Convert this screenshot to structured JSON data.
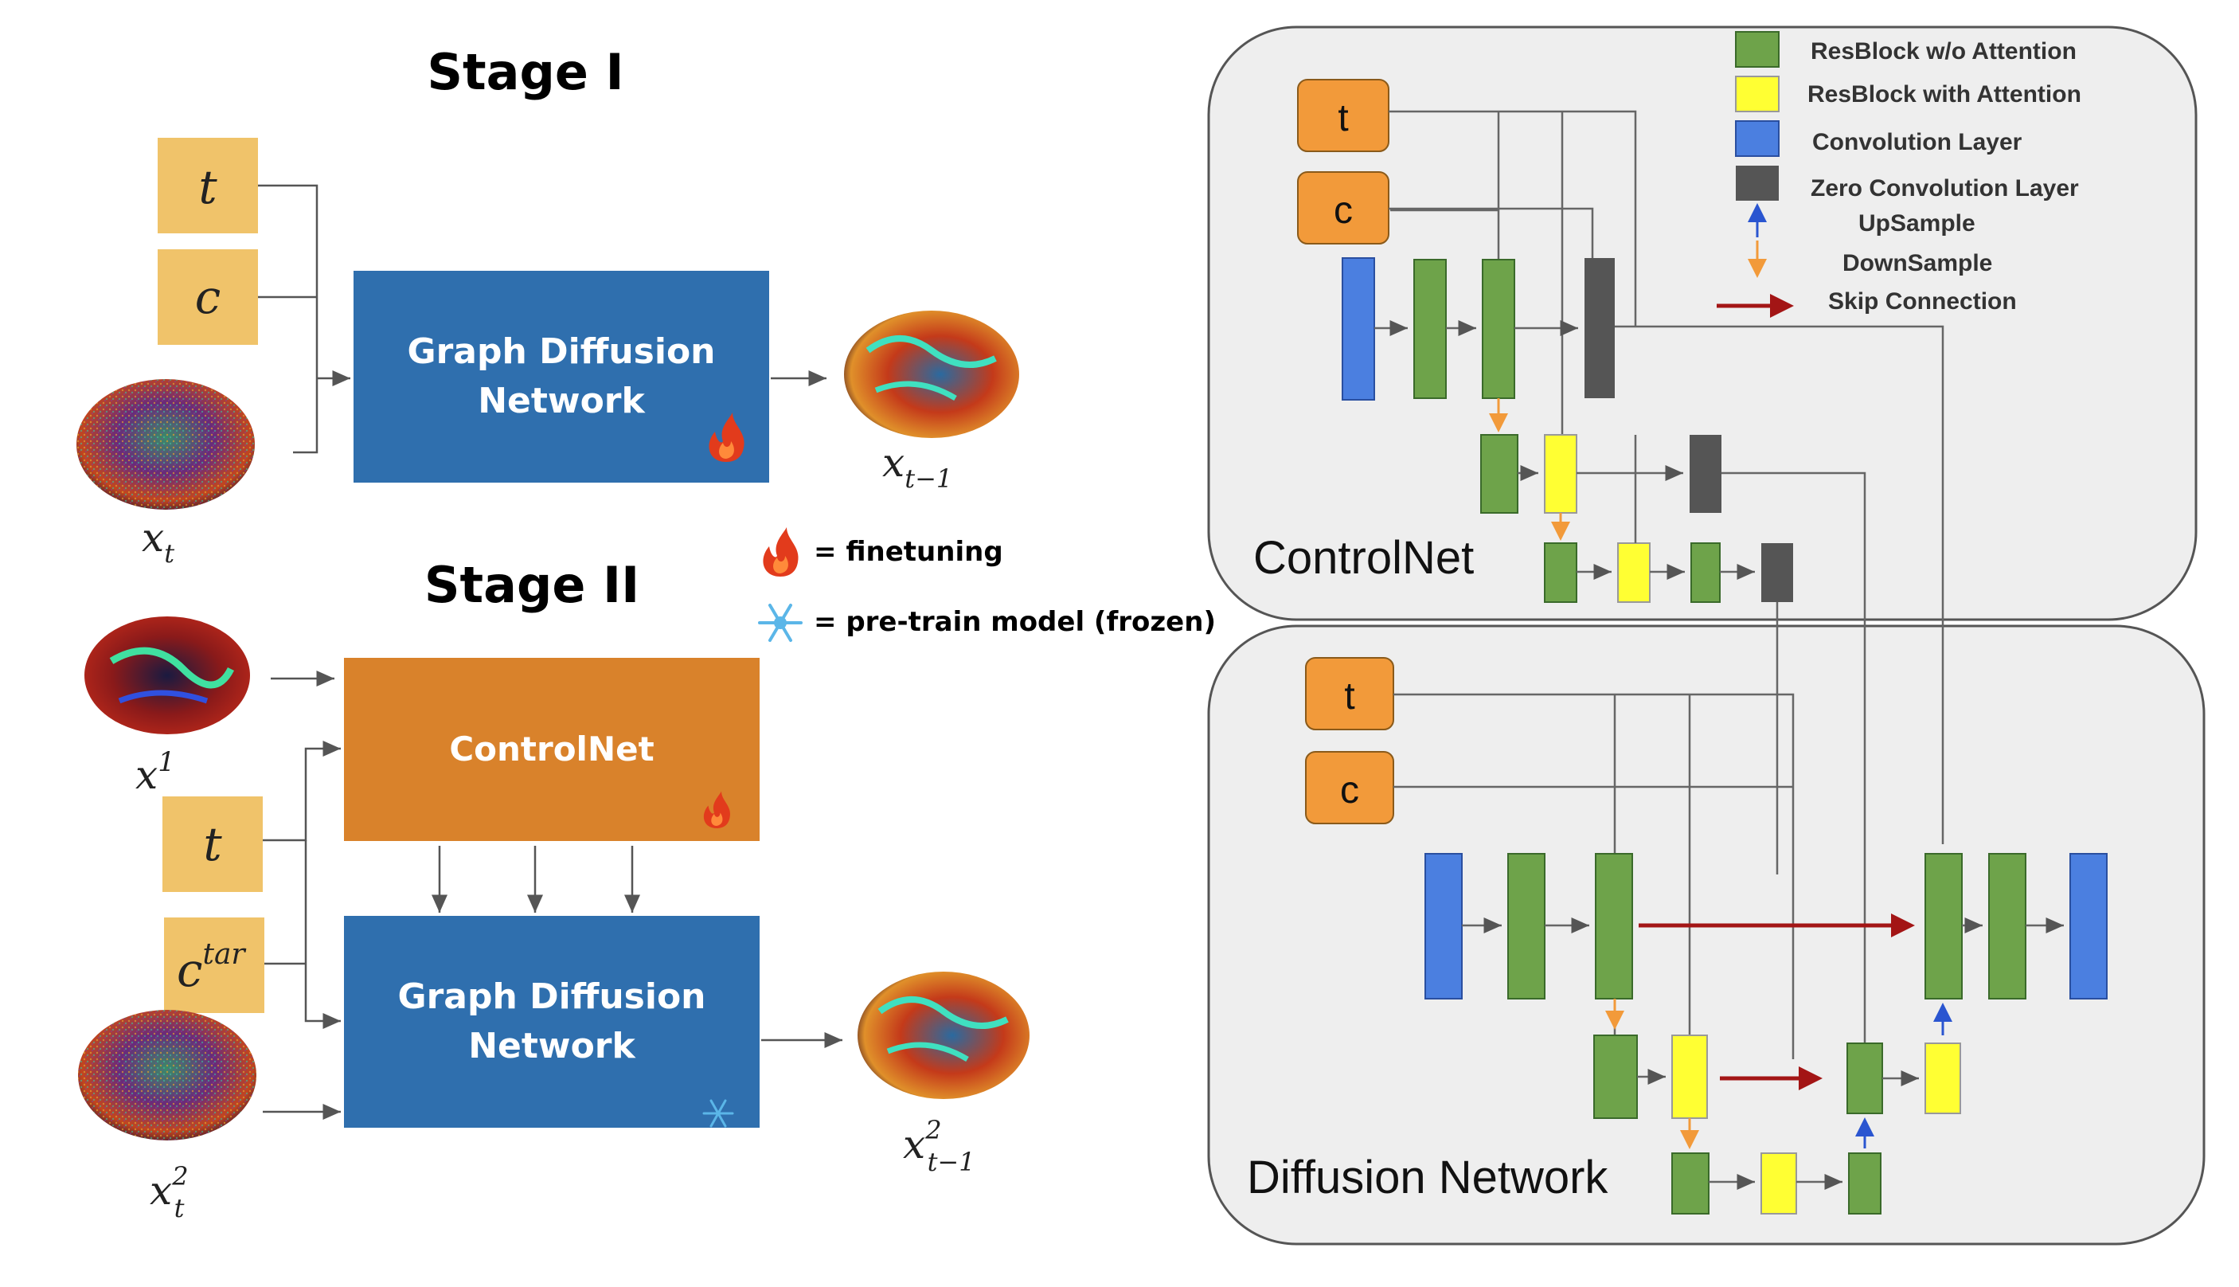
{
  "left": {
    "stage1_title": "Stage I",
    "stage2_title": "Stage II",
    "stage1_inputs": [
      "t",
      "c"
    ],
    "stage1_input_xt": "x",
    "stage1_input_xt_sub": "t",
    "stage1_box": [
      "Graph Diffusion",
      "Network"
    ],
    "stage1_output": "x",
    "stage1_output_sub": "t−1",
    "legend_fire": "= finetuning",
    "legend_snow": "=  pre-train model (frozen)",
    "stage2_input_x1": "x",
    "stage2_input_x1_sup": "1",
    "stage2_input_t": "t",
    "stage2_input_c": "c",
    "stage2_input_c_sup": "tar",
    "stage2_controlnet": "ControlNet",
    "stage2_box": [
      "Graph Diffusion",
      "Network"
    ],
    "stage2_input_x2": "x",
    "stage2_input_x2_sup": "2",
    "stage2_input_x2_sub": "t",
    "stage2_output": "x",
    "stage2_output_sup": "2",
    "stage2_output_sub": "t−1"
  },
  "right": {
    "controlnet_label": "ControlNet",
    "diffusion_label": "Diffusion Network",
    "top_t": "t",
    "top_c": "c",
    "bot_t": "t",
    "bot_c": "c",
    "legend": [
      "ResBlock w/o Attention",
      "ResBlock with Attention",
      "Convolution Layer",
      "Zero Convolution Layer",
      "UpSample",
      "DownSample",
      "Skip Connection"
    ]
  },
  "colors": {
    "input_tan": "#f0c36a",
    "graph_blue": "#2f6fae",
    "controlnet_orange": "#d9822b",
    "orange_btn": "#f29a3a",
    "green": "#6ea34a",
    "yellow": "#ffff33",
    "conv_blue": "#4b7fe0",
    "zero_gray": "#555555",
    "skip_red": "#a31515",
    "panel_bg": "#eeeeee"
  },
  "icons": [
    "fire-icon",
    "snowflake-icon"
  ]
}
